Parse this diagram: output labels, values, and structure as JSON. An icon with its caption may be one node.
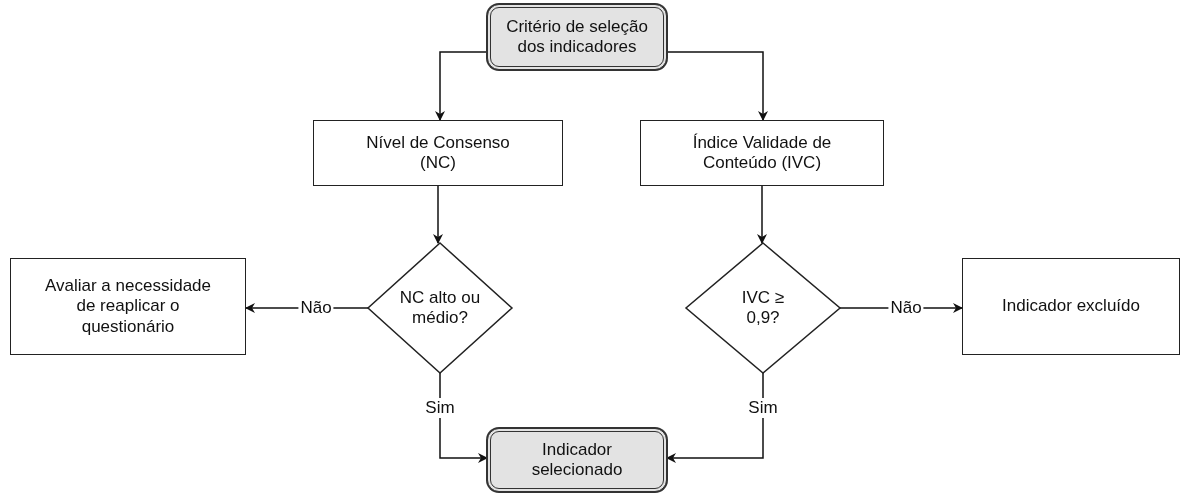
{
  "diagram": {
    "nodes": [
      {
        "text": [
          "Critério de seleção dos indicadores"
        ]
      },
      {
        "text": [
          "Nível de Consenso (NC)"
        ]
      },
      {
        "text": [
          "Índice Validade de Conteúdo (IVC)"
        ]
      },
      {
        "text": [
          "NC alto ou médio?"
        ]
      },
      {
        "text": [
          "Avaliar a necessidade de reaplicar o questionário"
        ]
      },
      {
        "text": [
          "IVC ≥ 0,9?"
        ]
      },
      {
        "text": [
          "Indicador excluído"
        ]
      },
      {
        "text": [
          "Indicador selecionado"
        ]
      }
    ],
    "edges": [
      {
        "from": 0,
        "to": 1,
        "arrow": "to"
      },
      {
        "from": 0,
        "to": 2,
        "arrow": "to"
      },
      {
        "from": 1,
        "to": 3,
        "arrow": "to"
      },
      {
        "from": 2,
        "to": 5,
        "arrow": "to"
      },
      {
        "from": 3,
        "to": 4,
        "arrow": "to",
        "label": "Não"
      },
      {
        "from": 5,
        "to": 6,
        "arrow": "to",
        "label": "Não"
      },
      {
        "from": 3,
        "to": 7,
        "arrow": "to",
        "label": "Sim"
      },
      {
        "from": 5,
        "to": 7,
        "arrow": "to",
        "label": "Sim"
      }
    ]
  }
}
